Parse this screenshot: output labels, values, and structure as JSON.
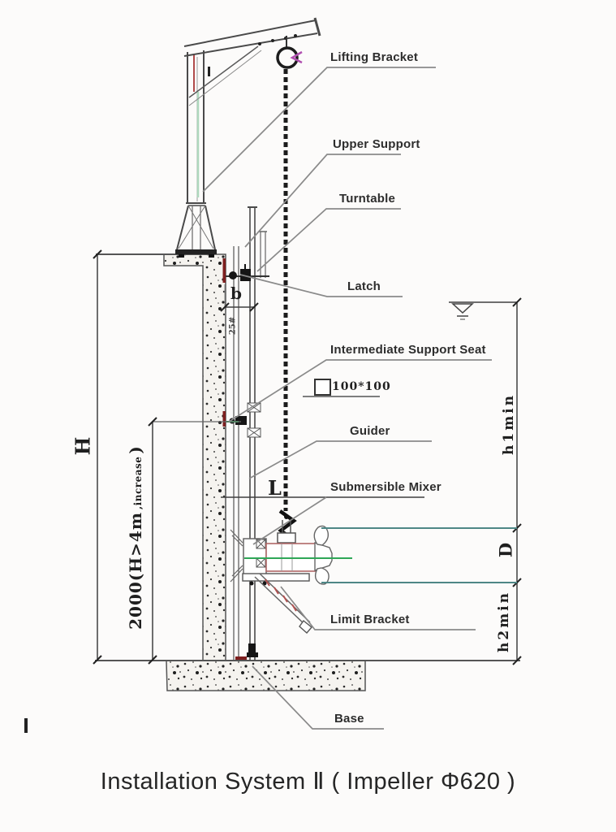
{
  "title": "Installation System Ⅱ ( Impeller Φ620 )",
  "callouts": {
    "lifting_bracket": "Lifting Bracket",
    "upper_support": "Upper Support",
    "turntable": "Turntable",
    "latch": "Latch",
    "intermediate_support_seat": "Intermediate Support Seat",
    "guider": "Guider",
    "submersible_mixer": "Submersible Mixer",
    "limit_bracket": "Limit Bracket",
    "base": "Base"
  },
  "dimensions": {
    "height_total": "H",
    "pit_depth_main": "2000(H>4m",
    "pit_depth_sub": ",increase",
    "pit_depth_close": ")",
    "wall_offset": "b",
    "mixer_reach": "L",
    "impeller_diameter": "D",
    "min_submergence_top": "h1min",
    "min_clearance_bottom": "h2min",
    "guide_rail_section": "100*100",
    "wall_mark": "25#"
  },
  "colors": {
    "line_dark": "#4a4a4a",
    "leader_gray": "#8a8a8a",
    "accent_teal": "#4e8786",
    "accent_green": "#2fa757",
    "accent_red": "#7e1f1f",
    "accent_magenta": "#b04fb0"
  }
}
